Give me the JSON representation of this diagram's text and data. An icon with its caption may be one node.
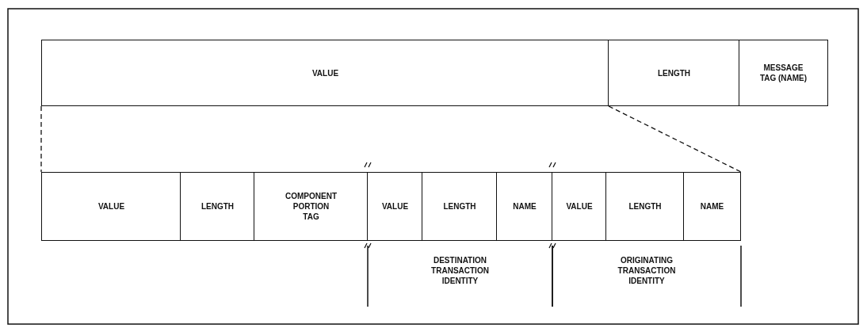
{
  "diagram": {
    "nodes": [
      {
        "text": [
          "VALUE"
        ]
      },
      {
        "text": [
          "LENGTH"
        ]
      },
      {
        "text": [
          "MESSAGE TAG (NAME)"
        ]
      },
      {
        "text": [
          "VALUE"
        ]
      },
      {
        "text": [
          "LENGTH"
        ]
      },
      {
        "text": [
          "COMPONENT PORTION TAG"
        ]
      },
      {
        "text": [
          "VALUE"
        ]
      },
      {
        "text": [
          "LENGTH"
        ]
      },
      {
        "text": [
          "NAME"
        ]
      },
      {
        "text": [
          "VALUE"
        ]
      },
      {
        "text": [
          "LENGTH"
        ]
      },
      {
        "text": [
          "NAME"
        ]
      }
    ],
    "edges": [
      {
        "from": 0,
        "to": 3,
        "arrow": "none",
        "style": "dashed"
      },
      {
        "from": 1,
        "to": 11,
        "arrow": "none",
        "style": "dashed"
      }
    ],
    "labels": [
      "DESTINATION TRANSACTION IDENTITY",
      "ORIGINATING TRANSACTION IDENTITY"
    ]
  }
}
